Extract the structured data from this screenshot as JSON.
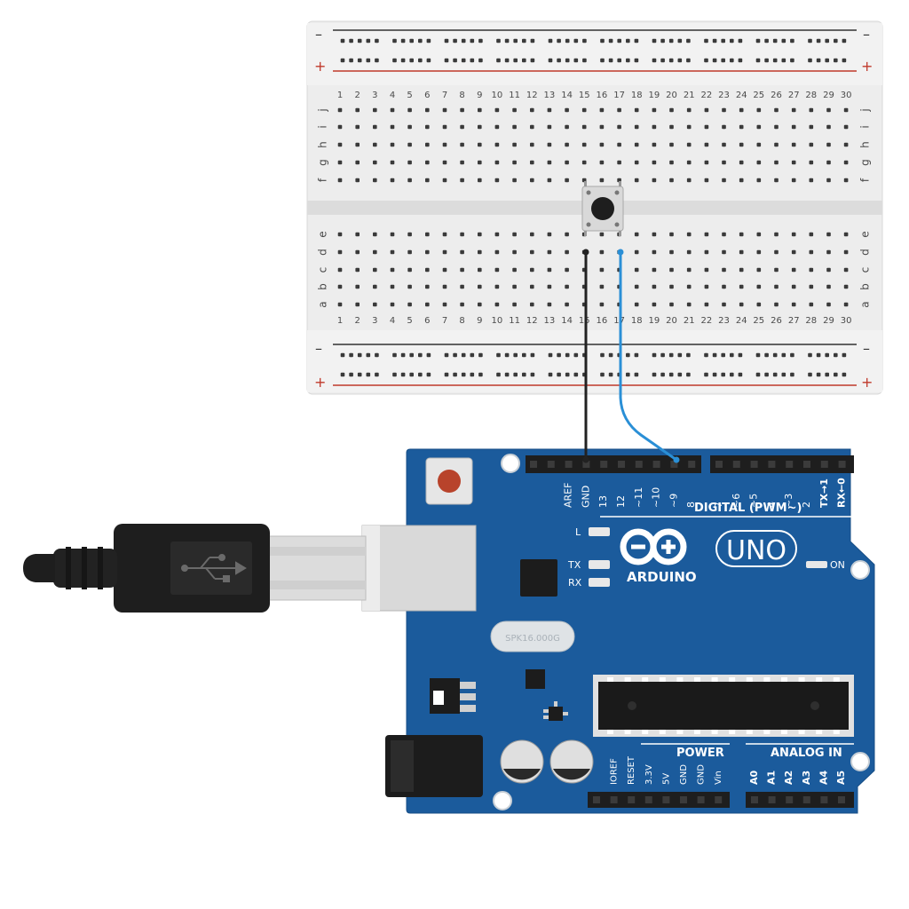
{
  "breadboard": {
    "columns": [
      "1",
      "2",
      "3",
      "4",
      "5",
      "6",
      "7",
      "8",
      "9",
      "10",
      "11",
      "12",
      "13",
      "14",
      "15",
      "16",
      "17",
      "18",
      "19",
      "20",
      "21",
      "22",
      "23",
      "24",
      "25",
      "26",
      "27",
      "28",
      "29",
      "30"
    ],
    "rows_top": [
      "j",
      "i",
      "h",
      "g",
      "f"
    ],
    "rows_bottom": [
      "e",
      "d",
      "c",
      "b",
      "a"
    ],
    "rail_minus": "–",
    "rail_plus": "+"
  },
  "arduino": {
    "brand": "ARDUINO",
    "model": "UNO",
    "digital_title": "DIGITAL (PWM~)",
    "digital_pins_left": [
      "AREF",
      "GND",
      "13",
      "12",
      "~11",
      "~10",
      "~9",
      "8"
    ],
    "digital_pins_right": [
      "7",
      "~6",
      "~5",
      "4",
      "~3",
      "2",
      "TX→1",
      "RX←0"
    ],
    "power_title": "POWER",
    "power_pins": [
      "IOREF",
      "RESET",
      "3.3V",
      "5V",
      "GND",
      "GND",
      "Vin"
    ],
    "analog_title": "ANALOG IN",
    "analog_pins": [
      "A0",
      "A1",
      "A2",
      "A3",
      "A4",
      "A5"
    ],
    "led_l": "L",
    "led_tx": "TX",
    "led_rx": "RX",
    "led_on": "ON",
    "crystal": "SPK16.000G"
  },
  "colors": {
    "board_blue": "#1b5b9c",
    "wire_gnd": "#222222",
    "wire_pin9": "#2a8fd6",
    "rail_red": "#c0392b",
    "rail_black": "#333333"
  },
  "icons": {
    "usb_symbol": "usb-icon",
    "infinity_logo": "arduino-logo-icon"
  }
}
